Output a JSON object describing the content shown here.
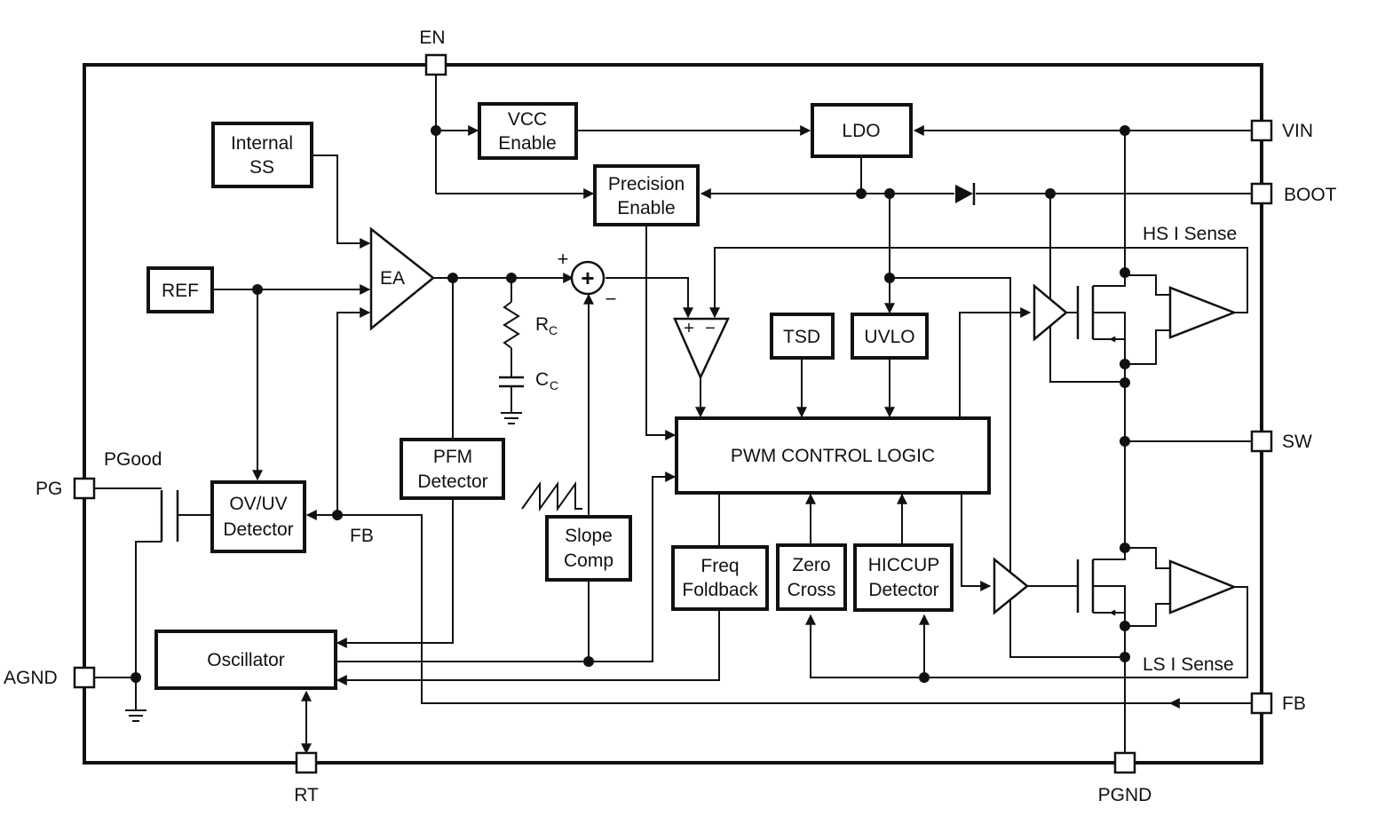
{
  "pins": {
    "en": "EN",
    "vin": "VIN",
    "boot": "BOOT",
    "sw": "SW",
    "fb_right": "FB",
    "pgnd": "PGND",
    "rt": "RT",
    "agnd": "AGND",
    "pg": "PG"
  },
  "blocks": {
    "internal_ss": [
      "Internal",
      "SS"
    ],
    "vcc_enable": [
      "VCC",
      "Enable"
    ],
    "ldo": "LDO",
    "precision_enable": [
      "Precision",
      "Enable"
    ],
    "ref": "REF",
    "ea": "EA",
    "tsd": "TSD",
    "uvlo": "UVLO",
    "pwm_control_logic": "PWM CONTROL LOGIC",
    "pfm_detector": [
      "PFM",
      "Detector"
    ],
    "ov_uv_detector": [
      "OV/UV",
      "Detector"
    ],
    "slope_comp": [
      "Slope",
      "Comp"
    ],
    "freq_foldback": [
      "Freq",
      "Foldback"
    ],
    "zero_cross": [
      "Zero",
      "Cross"
    ],
    "hiccup_detector": [
      "HICCUP",
      "Detector"
    ],
    "oscillator": "Oscillator"
  },
  "labels": {
    "hs_i_sense": "HS I Sense",
    "ls_i_sense": "LS I Sense",
    "pgood": "PGood",
    "fb_internal": "FB",
    "rc_main": "R",
    "rc_sub": "C",
    "cc_main": "C",
    "cc_sub": "C",
    "sum_plus": "+",
    "sum_minus": "−",
    "sum_symbol": "+",
    "comp_plus": "+",
    "comp_minus": "−"
  }
}
